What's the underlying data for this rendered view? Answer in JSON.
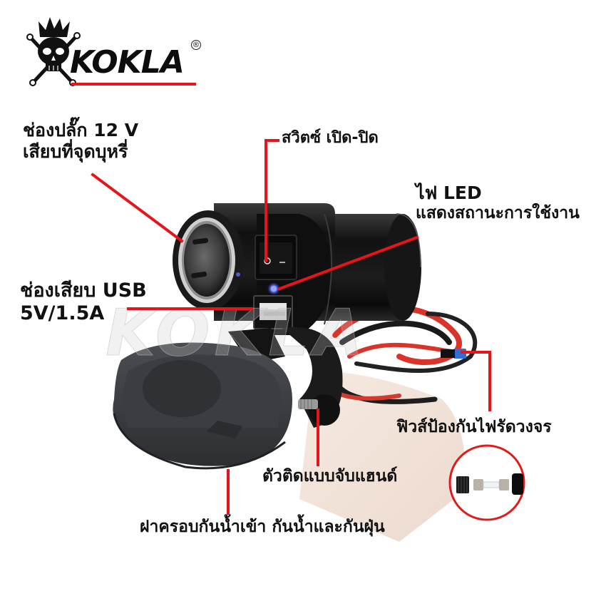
{
  "brand": {
    "name": "KOKLA",
    "registered_mark": "®",
    "logo_icon": "crowned-skull-crossbones-icon",
    "accent_color": "#e01b1b"
  },
  "watermark": "KOKLA",
  "annotations": {
    "socket_12v": {
      "line1": "ช่องปลั๊ก 12 V",
      "line2": "เสียบที่จุดบุหรี่"
    },
    "switch": {
      "text": "สวิตซ์ เปิด-ปิด"
    },
    "led": {
      "line1": "ไฟ LED",
      "line2": "แสดงสถานะการใช้งาน"
    },
    "usb": {
      "line1": "ช่องเสียบ USB",
      "line2": "5V/1.5A"
    },
    "fuse": {
      "text": "ฟิวส์ป้องกันไฟรัดวงจร"
    },
    "mount": {
      "text": "ตัวติดแบบจับแฮนด์"
    },
    "cover": {
      "text": "ฝาครอบกันน้ำเข้า กันน้ำและกันฝุ่น"
    }
  },
  "colors": {
    "leader_line": "#e8141b",
    "product_body": "#141414",
    "led_glow": "#5a6bff",
    "wire_red": "#d8342c",
    "fuse_holder_blue": "#2f6fd6",
    "text": "#111111"
  }
}
